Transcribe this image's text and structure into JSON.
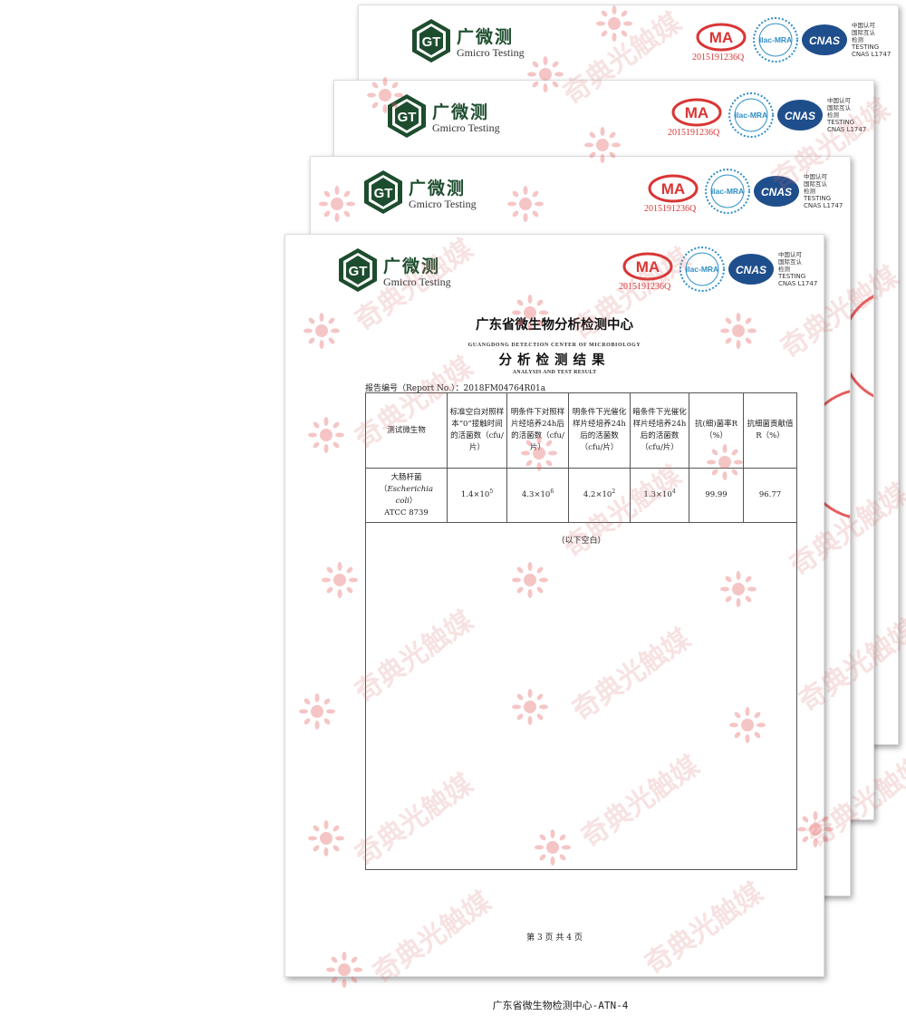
{
  "org": {
    "name_cn": "广微测",
    "name_en": "Gmicro Testing"
  },
  "certs": {
    "ma_number": "2015191236Q",
    "ma_label": "MA",
    "ilac_label": "ilac-MRA",
    "cnas_label": "CNAS",
    "cnas_text_1": "中国认可",
    "cnas_text_2": "国际互认",
    "cnas_text_3": "检测",
    "cnas_text_4": "TESTING",
    "cnas_text_5": "CNAS L1747"
  },
  "report": {
    "center_cn": "广东省微生物分析检测中心",
    "center_en": "GUANGDONG DETECTION CENTER OF MICROBIOLOGY",
    "title_cn": "分析检测结果",
    "title_en": "ANALYSIS AND TEST RESULT",
    "report_no": "报告编号（Report No.）：2018FM04764R01a"
  },
  "table": {
    "headers": [
      "测试微生物",
      "标准空白对照样本“0”接触时间的活菌数（cfu/片）",
      "明条件下对照样片经培养24h后的活菌数（cfu/片）",
      "明条件下光催化样片经培养24h后的活菌数（cfu/片）",
      "暗条件下光催化样片经培养24h后的活菌数（cfu/片）",
      "抗(细)菌率R（%）",
      "抗细菌贡献值R（%）"
    ],
    "row": {
      "organism_cn": "大肠杆菌",
      "organism_sci": "Escherichia coli",
      "organism_strain": "ATCC 8739",
      "blank_base": "1.4×10",
      "blank_exp": "5",
      "light_ctrl_base": "4.3×10",
      "light_ctrl_exp": "6",
      "light_cat_base": "4.2×10",
      "light_cat_exp": "2",
      "dark_cat_base": "1.3×10",
      "dark_cat_exp": "4",
      "antibacterial_rate": "99.99",
      "contribution": "96.77"
    },
    "blank_note": "（以下空白）"
  },
  "footer": {
    "page": "第 3 页 共 4 页"
  },
  "caption": "广东省微生物检测中心-ATN-4",
  "watermark": "奇典光触媒",
  "colors": {
    "logo_green": "#1d4d2e",
    "cert_red": "#d93535",
    "cnas_blue": "#1f4e8c",
    "watermark_pink": "#e06a6a"
  }
}
